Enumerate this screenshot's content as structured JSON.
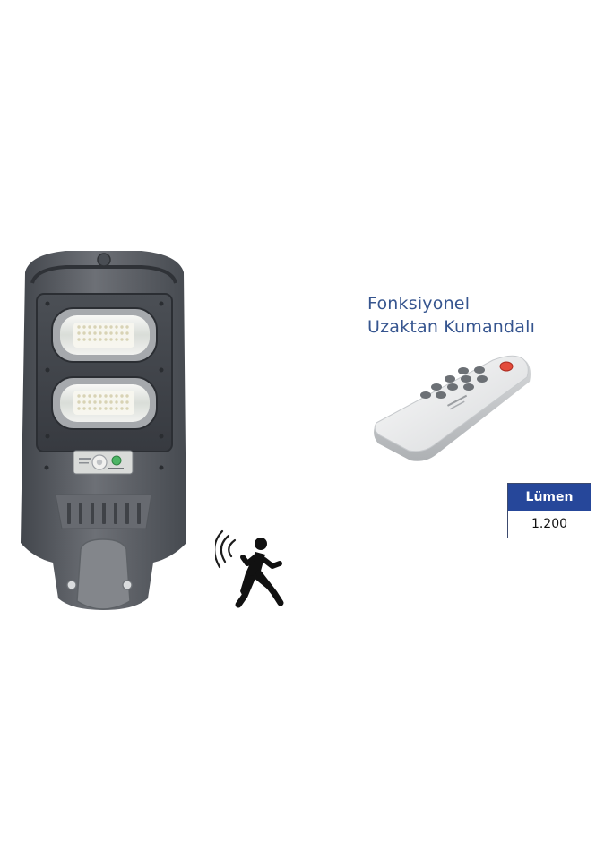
{
  "heading": {
    "line1": "Fonksiyonel",
    "line2": "Uzaktan Kumandalı"
  },
  "spec": {
    "label": "Lümen",
    "value": "1.200"
  },
  "colors": {
    "heading": "#36558f",
    "spec_header": "#26479a",
    "lamp_body": "#5b5e64"
  },
  "icons": {
    "product": "solar-street-light",
    "sensor": "motion-sensor-person-icon",
    "accessory": "remote-control"
  }
}
